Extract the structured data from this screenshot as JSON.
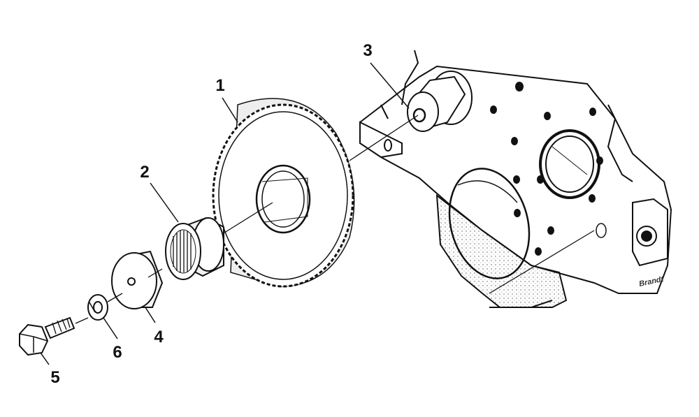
{
  "diagram": {
    "callouts": [
      {
        "id": "gear",
        "label": "1"
      },
      {
        "id": "bearing",
        "label": "2"
      },
      {
        "id": "shaft",
        "label": "3"
      },
      {
        "id": "washer",
        "label": "4"
      },
      {
        "id": "bolt",
        "label": "5"
      },
      {
        "id": "lockwasher",
        "label": "6"
      }
    ],
    "signature": "Brandt"
  },
  "colors": {
    "ink": "#111111",
    "paper": "#ffffff",
    "shade": "#d8d8d8"
  }
}
